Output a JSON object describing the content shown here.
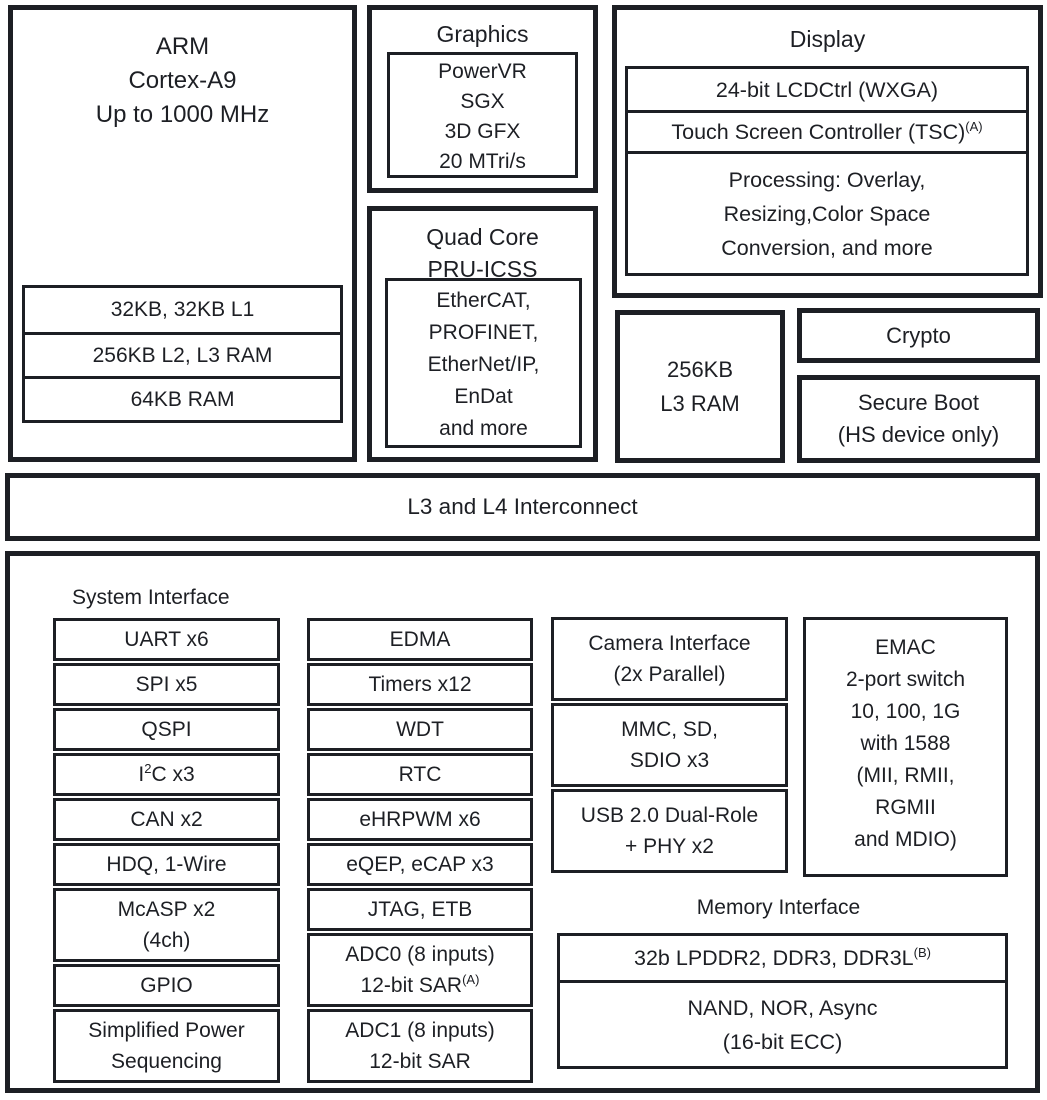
{
  "palette": {
    "ink": "#1d1f24",
    "paper": "#ffffff"
  },
  "arm": {
    "title_lines": [
      "ARM",
      "Cortex-A9",
      "Up to 1000 MHz"
    ],
    "memory_rows": [
      [
        "32KB, 32KB L1"
      ],
      [
        "256KB L2, L3 RAM"
      ],
      [
        "64KB RAM"
      ]
    ]
  },
  "graphics": {
    "title": "Graphics",
    "gpu_lines": [
      "PowerVR",
      "SGX",
      "3D GFX",
      "20 MTri/s"
    ]
  },
  "pru": {
    "title_lines": [
      "Quad Core",
      "PRU-ICSS"
    ],
    "protocol_lines": [
      "EtherCAT,",
      "PROFINET,",
      "EtherNet/IP,",
      "EnDat",
      "and more"
    ]
  },
  "display": {
    "title": "Display",
    "rows": [
      [
        "24-bit LCDCtrl (WXGA)"
      ],
      [
        "Touch Screen Controller (TSC)^{(A)}"
      ],
      [
        "Processing: Overlay,",
        "Resizing,Color Space",
        "Conversion, and more"
      ]
    ]
  },
  "l3ram": {
    "lines": [
      "256KB",
      "L3 RAM"
    ]
  },
  "crypto": {
    "label": "Crypto"
  },
  "secure_boot": {
    "lines": [
      "Secure Boot",
      "(HS device only)"
    ]
  },
  "interconnect": {
    "label": "L3 and L4 Interconnect"
  },
  "system": {
    "title": "System Interface",
    "serial_rows": [
      [
        "UART x6"
      ],
      [
        "SPI x5"
      ],
      [
        "QSPI"
      ],
      [
        "I^{2}C x3"
      ],
      [
        "CAN x2"
      ],
      [
        "HDQ, 1-Wire"
      ],
      [
        "McASP x2",
        "(4ch)"
      ],
      [
        "GPIO"
      ],
      [
        "Simplified Power",
        "Sequencing"
      ]
    ],
    "timer_rows": [
      [
        "EDMA"
      ],
      [
        "Timers x12"
      ],
      [
        "WDT"
      ],
      [
        "RTC"
      ],
      [
        "eHRPWM x6"
      ],
      [
        "eQEP, eCAP x3"
      ],
      [
        "JTAG, ETB"
      ],
      [
        "ADC0 (8 inputs)",
        "12-bit SAR^{(A)}"
      ],
      [
        "ADC1 (8 inputs)",
        "12-bit SAR"
      ]
    ],
    "media_rows": [
      [
        "Camera Interface",
        "(2x Parallel)"
      ],
      [
        "MMC, SD,",
        "SDIO x3"
      ],
      [
        "USB 2.0 Dual-Role",
        "+ PHY x2"
      ]
    ],
    "emac_lines": [
      "EMAC",
      "2-port switch",
      "10, 100, 1G",
      "with 1588",
      "(MII, RMII,",
      "RGMII",
      "and MDIO)"
    ],
    "memory": {
      "title": "Memory Interface",
      "rows": [
        [
          "32b LPDDR2, DDR3, DDR3L^{(B)}"
        ],
        [
          "NAND, NOR, Async",
          "(16-bit ECC)"
        ]
      ]
    }
  }
}
